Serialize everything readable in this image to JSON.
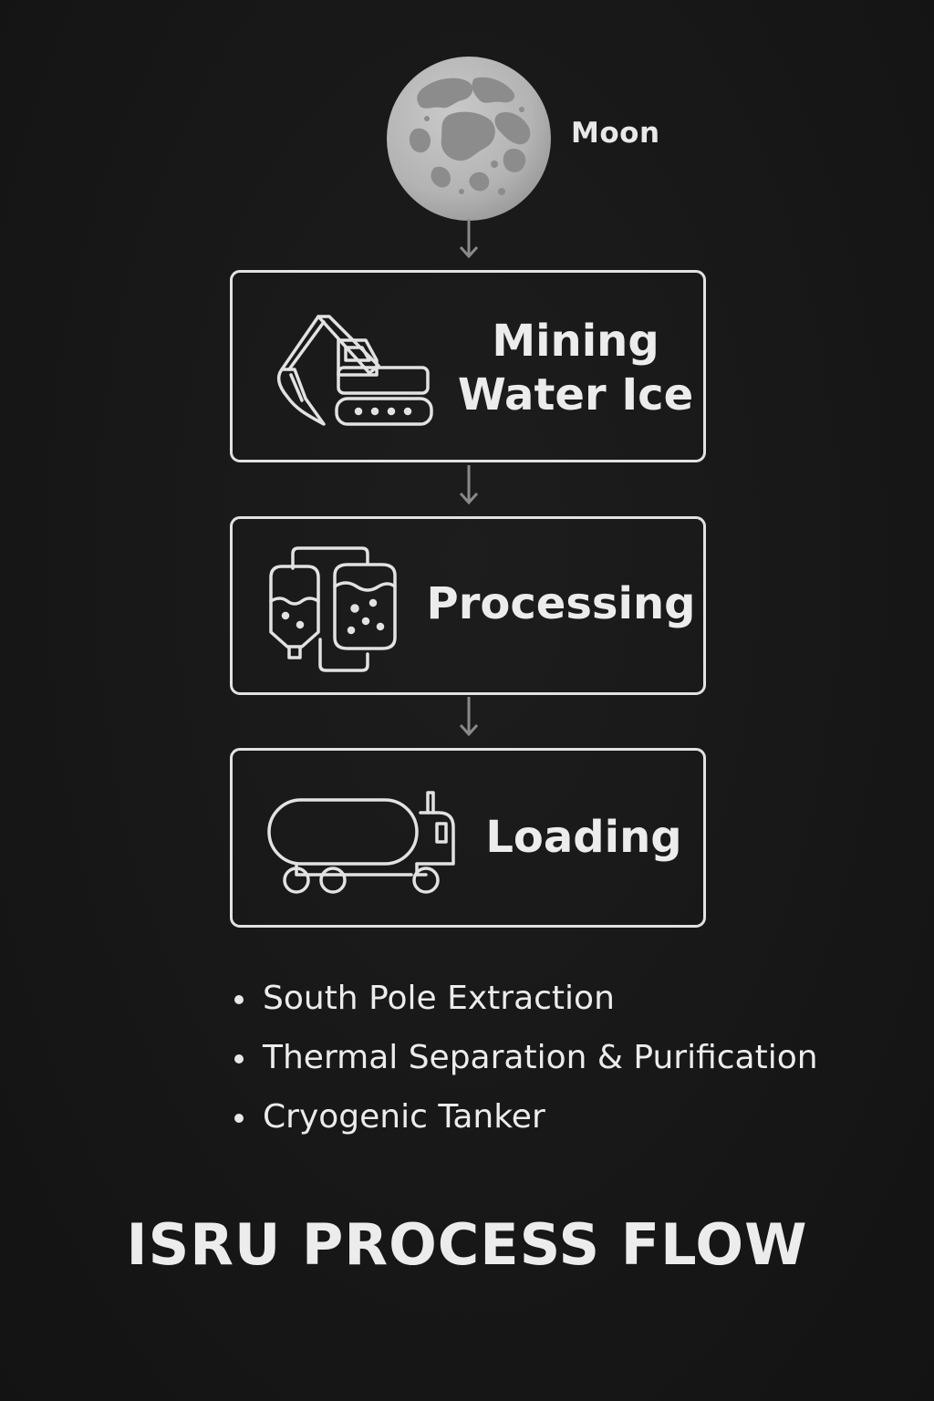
{
  "moon": {
    "label": "Moon",
    "icon": "moon-icon"
  },
  "steps": [
    {
      "label_line1": "Mining",
      "label_line2": "Water Ice",
      "icon": "excavator-icon"
    },
    {
      "label": "Processing",
      "icon": "processing-tanks-icon"
    },
    {
      "label": "Loading",
      "icon": "tanker-truck-icon"
    }
  ],
  "details": [
    "South Pole Extraction",
    "Thermal Separation & Purification",
    "Cryogenic Tanker"
  ],
  "title": "ISRU PROCESS FLOW",
  "colors": {
    "background": "#171717",
    "stroke": "#e2e2e2",
    "text": "#ececec",
    "arrow": "#8a8a8a",
    "moon": "#b8b8b8"
  }
}
